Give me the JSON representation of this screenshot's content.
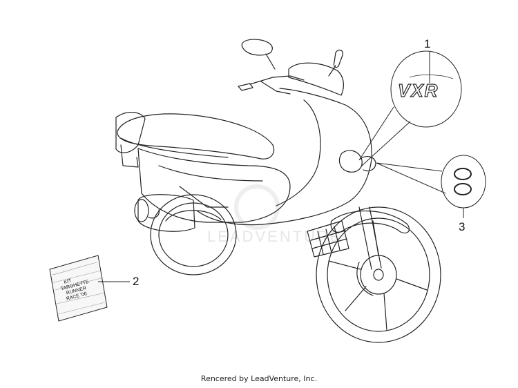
{
  "callouts": [
    {
      "number": "1",
      "part": "vxr-decal"
    },
    {
      "number": "2",
      "part": "decal-kit"
    },
    {
      "number": "3",
      "part": "emblem"
    }
  ],
  "decal_text": "VXR",
  "kit_label": [
    "KIT",
    "TARGHETTE",
    "RUNNER",
    "RACE '06"
  ],
  "watermark_text": "LEADVENTURE",
  "footer_text": "Rencered by LeadVenture, Inc.",
  "colors": {
    "line": "#222222",
    "background": "#ffffff",
    "watermark": "#e6e6e6"
  }
}
